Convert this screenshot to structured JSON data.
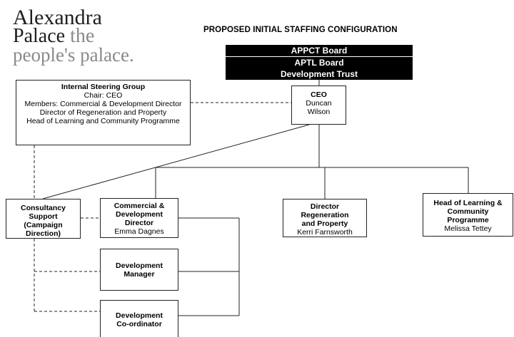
{
  "logo": {
    "line1": "Alexandra",
    "line2a": "Palace",
    "line2b": "the",
    "line3": "people's palace."
  },
  "title": "PROPOSED INITIAL STAFFING CONFIGURATION",
  "boards": [
    "APPCT Board",
    "APTL Board",
    "Development Trust"
  ],
  "steering": {
    "title": "Internal Steering Group",
    "lines": [
      "Chair: CEO",
      "Members: Commercial & Development Director",
      "Director of Regeneration and Property",
      "Head of Learning and Community Programme"
    ]
  },
  "ceo": {
    "title": "CEO",
    "name_line1": "Duncan",
    "name_line2": "Wilson"
  },
  "consultancy": {
    "line1": "Consultancy",
    "line2": "Support",
    "line3": "(Campaign",
    "line4": "Direction)"
  },
  "commercial": {
    "line1": "Commercial &",
    "line2": "Development",
    "line3": "Director",
    "name": "Emma Dagnes"
  },
  "director_regen": {
    "line1": "Director",
    "line2": "Regeneration",
    "line3": "and Property",
    "name": "Kerri Farnsworth"
  },
  "head_learning": {
    "line1": "Head of Learning &",
    "line2": "Community",
    "line3": "Programme",
    "name": "Melissa Tettey"
  },
  "dev_manager": {
    "line1": "Development",
    "line2": "Manager"
  },
  "dev_coord": {
    "line1": "Development",
    "line2": "Co-ordinator"
  }
}
